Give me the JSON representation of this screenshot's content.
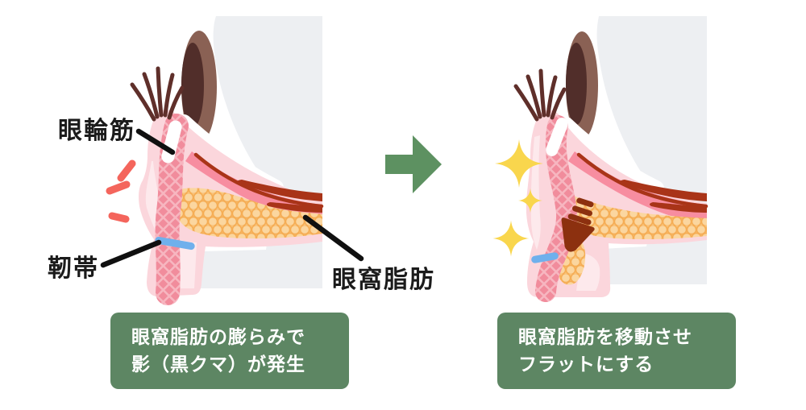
{
  "diagram": {
    "title_implicit": "",
    "before": {
      "anatomy_labels": {
        "muscle": "眼輪筋",
        "ligament": "靭帯",
        "fat": "眼窩脂肪"
      },
      "caption": {
        "line1": "眼窩脂肪の膨らみで",
        "line2": "影（黒クマ）が発生"
      }
    },
    "after": {
      "caption": {
        "line1": "眼窩脂肪を移動させ",
        "line2": "フラットにする"
      }
    },
    "colors": {
      "accent_green_box": "#5d8663",
      "accent_green_arrow": "#5d9161",
      "caption_text": "#ffffff",
      "eyeball_gray": "#edeff2",
      "iris_brown": "#8a6154",
      "pupil_maroon": "#512e2a",
      "skin_pink": "#fbd6dc",
      "skin_inner_pink": "#fde9ec",
      "muscle_pink": "#f18c9c",
      "muscle_lattice_pink": "#f7b6c0",
      "fat_orange": "#f9c278",
      "fat_cell_orange": "#fbd69f",
      "fat_cell_border": "#f5ad55",
      "deep_red": "#a93418",
      "band_pink": "#f78da0",
      "ligament_blue": "#6fb0ec",
      "highlight_red": "#f4655c",
      "sparkle_yellow": "#f9d64d",
      "move_arrow_brown": "#8c300f",
      "lash_brown": "#5f2f2a",
      "label_black": "#1b1b1b",
      "sclera_white": "#ffffff"
    }
  }
}
